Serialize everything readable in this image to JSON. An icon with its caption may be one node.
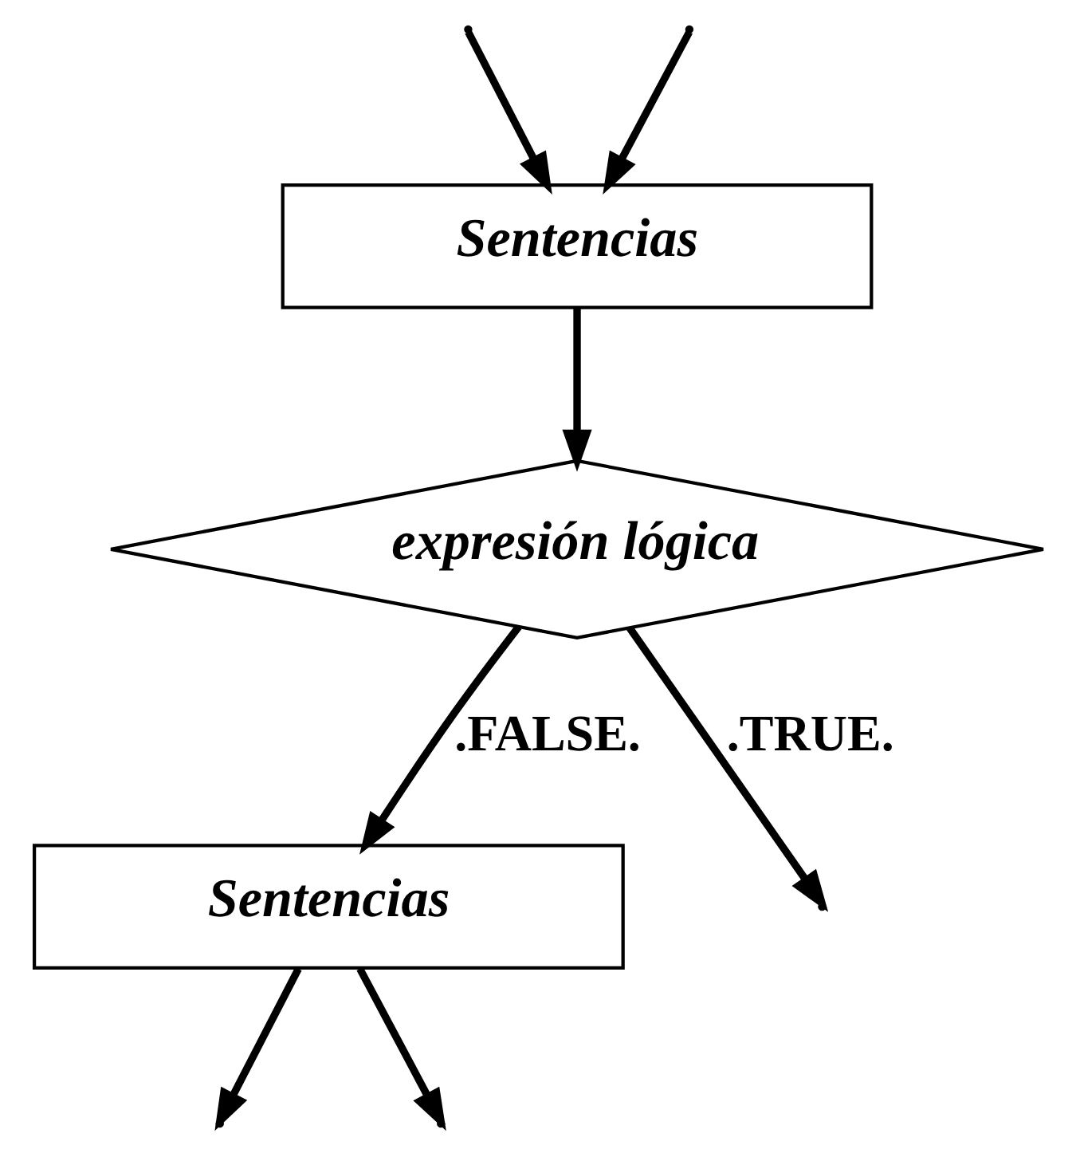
{
  "diagram": {
    "nodes": [
      {
        "text": [
          "Sentencias"
        ]
      },
      {
        "text": [
          "expresión lógica"
        ]
      },
      {
        "text": [
          "Sentencias"
        ]
      }
    ],
    "edges": [
      {
        "from": null,
        "to": 0,
        "arrow": "to"
      },
      {
        "from": null,
        "to": 0,
        "arrow": "to"
      },
      {
        "from": 0,
        "to": 1,
        "arrow": "to"
      },
      {
        "from": 1,
        "to": null,
        "arrow": "to",
        "label": ".TRUE."
      },
      {
        "from": 1,
        "to": 2,
        "arrow": "to",
        "label": ".FALSE."
      },
      {
        "from": 2,
        "to": null,
        "arrow": "to"
      },
      {
        "from": 2,
        "to": null,
        "arrow": "to"
      }
    ]
  }
}
